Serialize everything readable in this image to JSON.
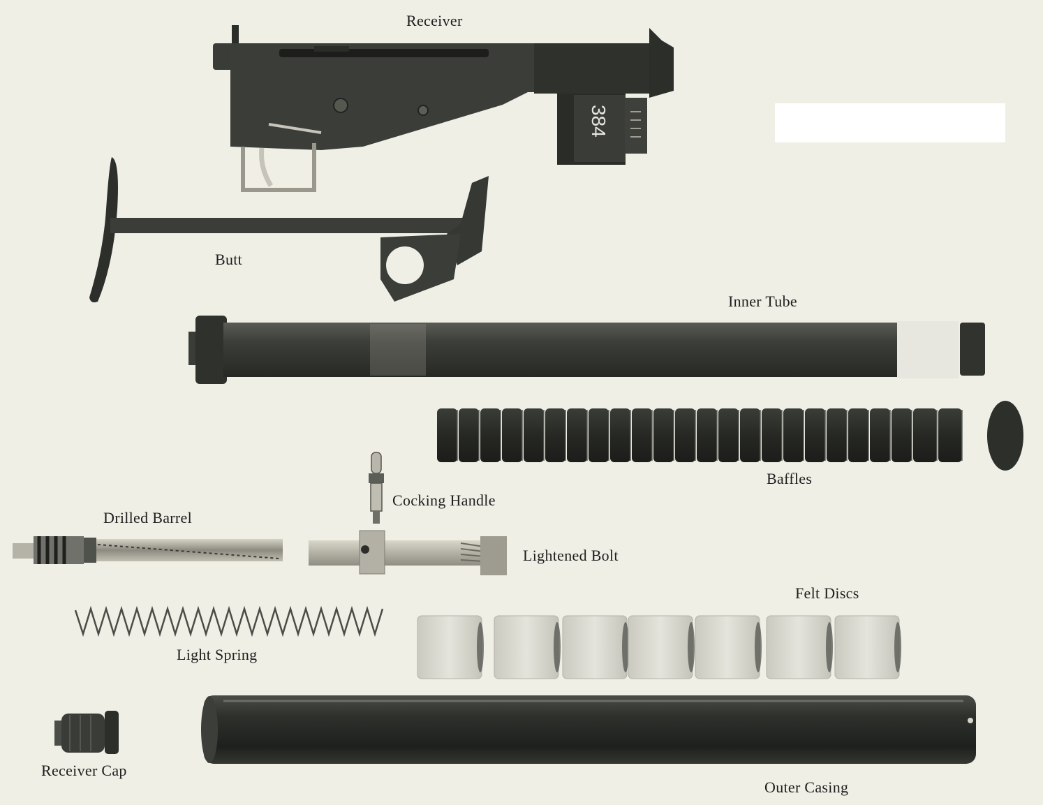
{
  "labels": {
    "receiver": "Receiver",
    "butt": "Butt",
    "inner_tube": "Inner Tube",
    "baffles": "Baffles",
    "cocking_handle": "Cocking Handle",
    "drilled_barrel": "Drilled Barrel",
    "lightened_bolt": "Lightened Bolt",
    "felt_discs": "Felt Discs",
    "light_spring": "Light Spring",
    "receiver_cap": "Receiver Cap",
    "outer_casing": "Outer Casing"
  },
  "receiver_number": "384",
  "colors": {
    "background": "#efefe6",
    "metal_dark": "#2b2d29",
    "metal_mid": "#3f433d",
    "metal_light": "#6b6e66",
    "bright_metal": "#b8b6aa",
    "felt": "#d8d8ce"
  }
}
